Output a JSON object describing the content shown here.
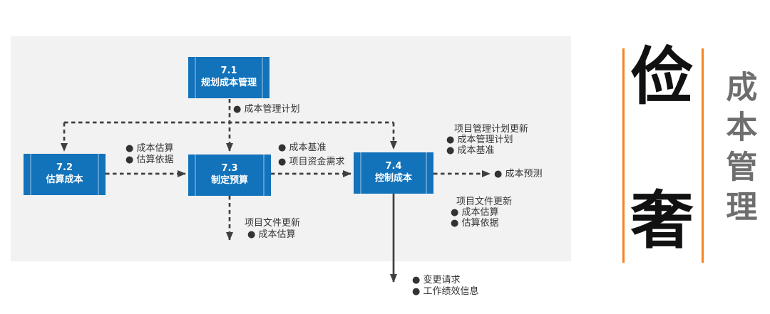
{
  "colors": {
    "panel_bg": "#F2F2F2",
    "box_blue": "#1272BA",
    "box_stripe": "#6FA9D8",
    "connector": "#404040",
    "label_ink": "#333333",
    "accent_orange": "#F8821E",
    "big_char_ink": "#111111",
    "side_title_gray": "#6E6E6E"
  },
  "diagram": {
    "boxes": [
      {
        "number": "7.1",
        "title": "规划成本管理"
      },
      {
        "number": "7.2",
        "title": "估算成本"
      },
      {
        "number": "7.3",
        "title": "制定预算"
      },
      {
        "number": "7.4",
        "title": "控制成本"
      }
    ],
    "flow_labels": {
      "from_7_1": "● 成本管理计划",
      "between_7_2_and_7_3": [
        "● 成本估算",
        "● 估算依据"
      ],
      "between_7_3_and_7_4": [
        "● 成本基准",
        "● 项目资金需求"
      ],
      "from_7_4_right": "● 成本预测",
      "pm_plan_updates": {
        "header": "项目管理计划更新",
        "items": [
          "● 成本管理计划",
          "● 成本基准"
        ]
      },
      "doc_updates_right": {
        "header": "项目文件更新",
        "items": [
          "● 成本估算",
          "● 估算依据"
        ]
      },
      "doc_updates_below_7_3": {
        "header": "项目文件更新",
        "items": [
          "● 成本估算"
        ]
      },
      "from_7_4_bottom": [
        "● 变更请求",
        "● 工作绩效信息"
      ]
    }
  },
  "sidebar": {
    "char_top": "俭",
    "char_bottom": "奢",
    "vertical_title": "成本管理"
  }
}
